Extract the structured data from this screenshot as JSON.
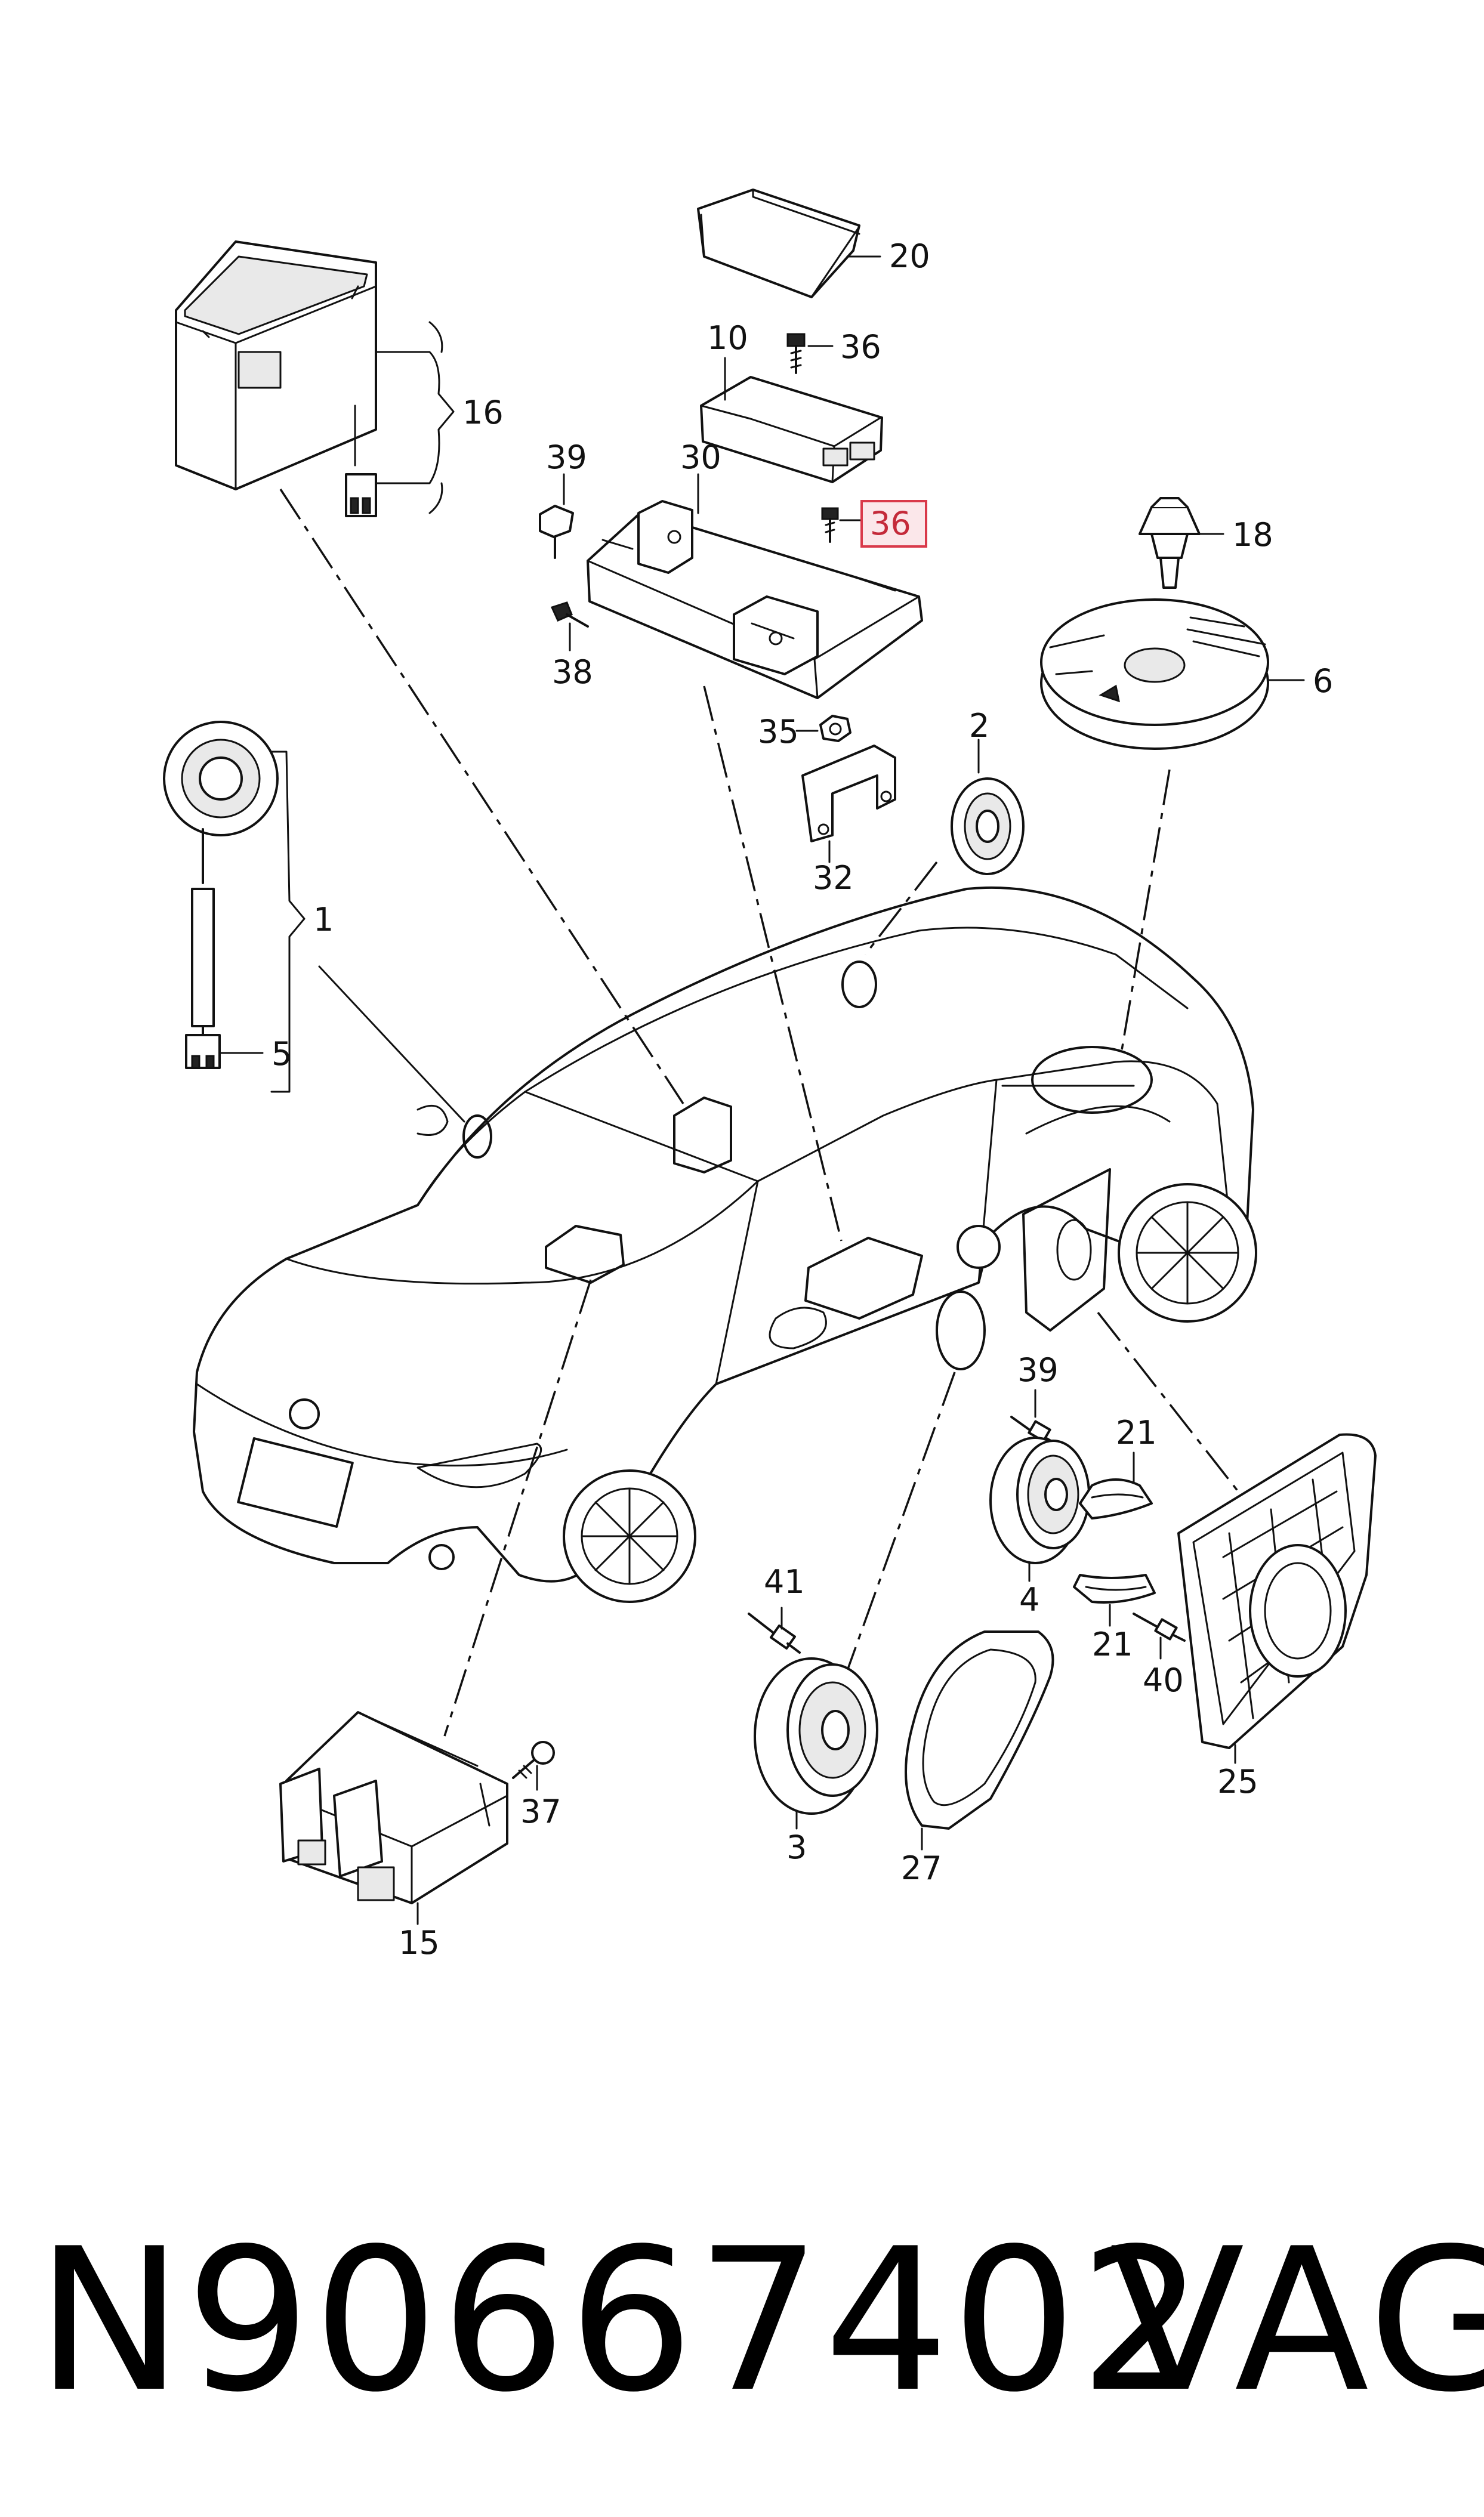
{
  "diagram": {
    "callouts": {
      "c1": "1",
      "c2": "2",
      "c3": "3",
      "c4": "4",
      "c5": "5",
      "c6": "6",
      "c10": "10",
      "c15": "15",
      "c16": "16",
      "c18": "18",
      "c20": "20",
      "c21a": "21",
      "c21b": "21",
      "c25": "25",
      "c27": "27",
      "c30": "30",
      "c32": "32",
      "c35": "35",
      "c36a": "36",
      "c36b": "36",
      "c37": "37",
      "c38": "38",
      "c39a": "39",
      "c39b": "39",
      "c40": "40",
      "c41": "41"
    },
    "highlighted_callout": "36",
    "highlight_color": "#d9394a"
  },
  "footer": {
    "part_number": "N90667402",
    "brand": "VAG"
  }
}
